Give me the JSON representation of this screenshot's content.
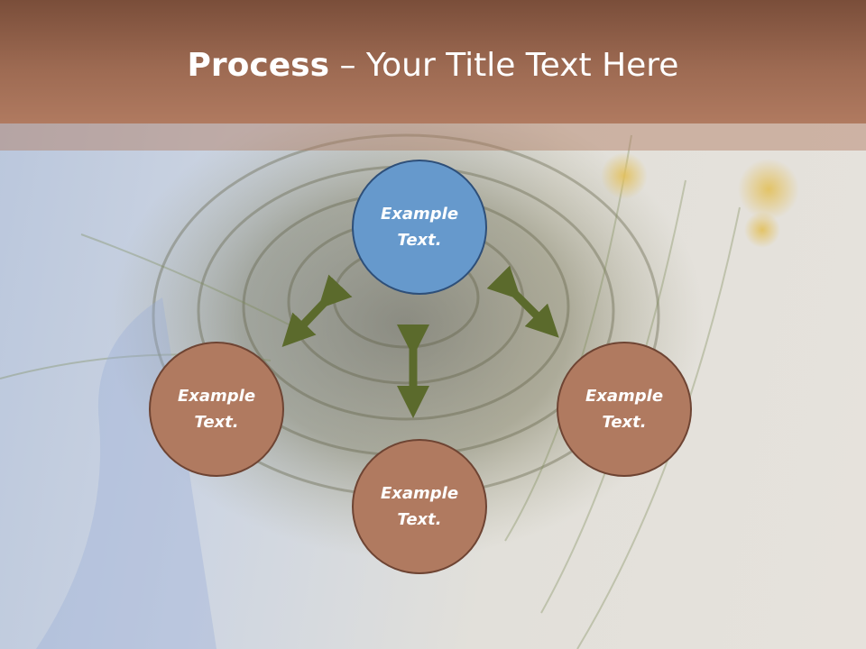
{
  "slide": {
    "title_strong": "Process",
    "title_sep": " – ",
    "title_rest": "Your Title Text Here"
  },
  "nodes": {
    "top": {
      "line1": "Example",
      "line2": "Text."
    },
    "left": {
      "line1": "Example",
      "line2": "Text."
    },
    "bottom": {
      "line1": "Example",
      "line2": "Text."
    },
    "right": {
      "line1": "Example",
      "line2": "Text."
    }
  },
  "colors": {
    "title_bar": "#9d6a52",
    "node_blue": "#6699cc",
    "node_brown": "#b07a60",
    "arrow": "#5b6a2c"
  },
  "icons": {
    "arrow_style": "double-headed-arrow"
  }
}
